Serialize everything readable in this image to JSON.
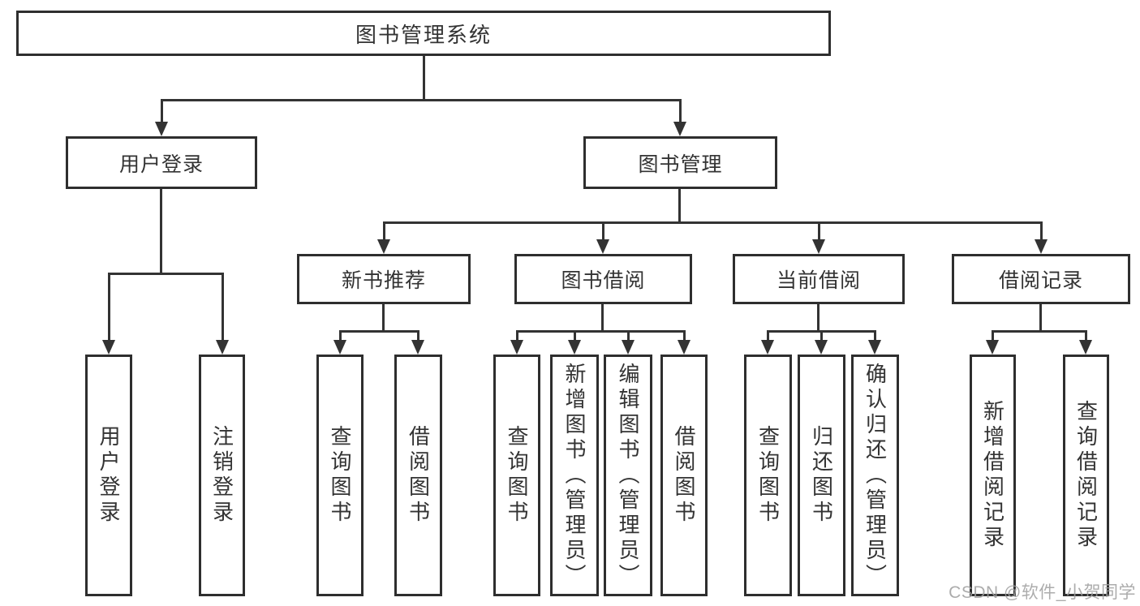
{
  "diagram": {
    "title": "图书管理系统",
    "branches": [
      {
        "label": "用户登录",
        "leaves": [
          "用户登录",
          "注销登录"
        ]
      },
      {
        "label": "图书管理",
        "groups": [
          {
            "label": "新书推荐",
            "leaves": [
              "查询图书",
              "借阅图书"
            ]
          },
          {
            "label": "图书借阅",
            "leaves": [
              "查询图书",
              "新增图书（管理员）",
              "编辑图书（管理员）",
              "借阅图书"
            ]
          },
          {
            "label": "当前借阅",
            "leaves": [
              "查询图书",
              "归还图书",
              "确认归还（管理员）"
            ]
          },
          {
            "label": "借阅记录",
            "leaves": [
              "新增借阅记录",
              "查询借阅记录"
            ]
          }
        ]
      }
    ]
  },
  "watermark": "CSDN @软件_小贺同学",
  "colors": {
    "line": "#333333",
    "border": "#2e2e2e",
    "watermark": "#9e9e9e",
    "background": "#ffffff"
  }
}
